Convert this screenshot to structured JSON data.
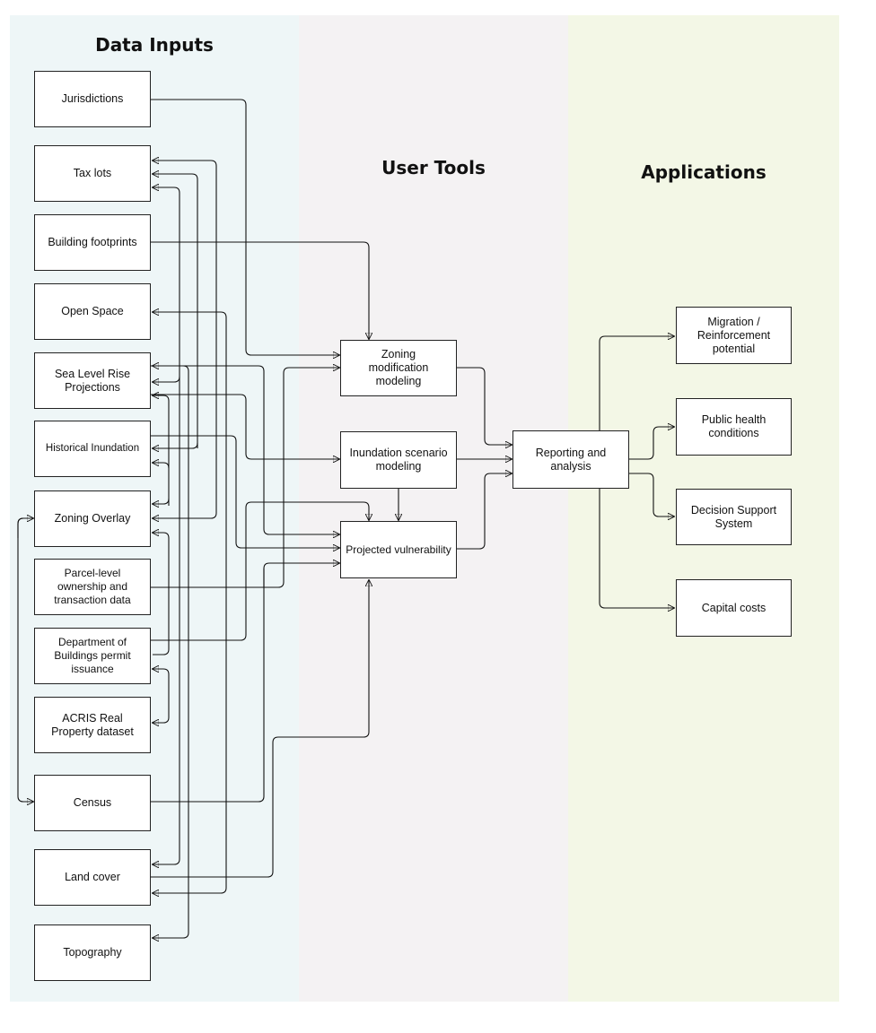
{
  "columns": {
    "data_inputs": "Data Inputs",
    "user_tools": "User Tools",
    "applications": "Applications"
  },
  "data_inputs": {
    "jurisdictions": "Jurisdictions",
    "tax_lots": "Tax lots",
    "building_footprints": "Building footprints",
    "open_space": "Open Space",
    "sea_level_rise": "Sea Level Rise Projections",
    "historical_inundation": "Historical Inundation",
    "zoning_overlay": "Zoning Overlay",
    "parcel_ownership": "Parcel-level ownership and transaction data",
    "dob_permits": "Department of Buildings permit issuance",
    "acris": "ACRIS Real Property dataset",
    "census": "Census",
    "land_cover": "Land cover",
    "topography": "Topography"
  },
  "user_tools": {
    "zoning_modification": "Zoning modification modeling",
    "inundation_scenario": "Inundation scenario modeling",
    "projected_vulnerability": "Projected vulnerability",
    "reporting": "Reporting and analysis"
  },
  "applications": {
    "migration": "Migration / Reinforcement potential",
    "public_health": "Public health conditions",
    "decision_support": "Decision Support System",
    "capital_costs": "Capital costs"
  }
}
